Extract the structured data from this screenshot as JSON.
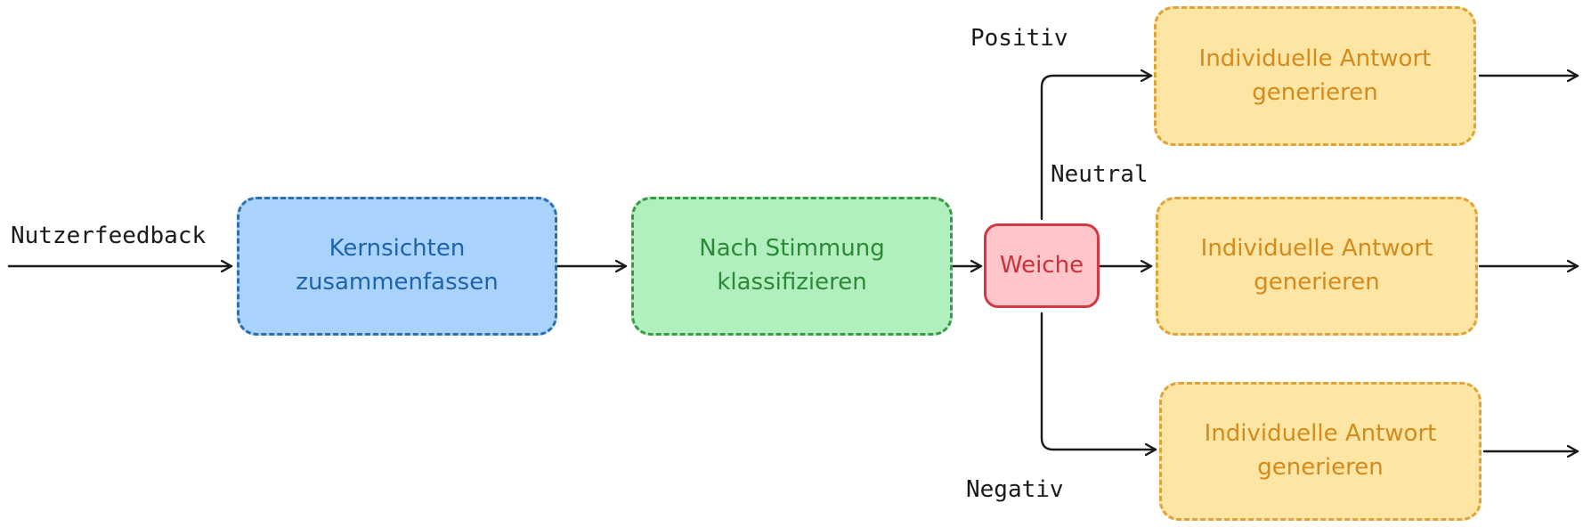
{
  "input_label": "Nutzerfeedback",
  "nodes": {
    "summarize": {
      "line1": "Kernsichten",
      "line2": "zusammenfassen"
    },
    "classify": {
      "line1": "Nach Stimmung",
      "line2": "klassifizieren"
    },
    "switch": {
      "label": "Weiche"
    },
    "responses": [
      {
        "line1": "Individuelle Antwort",
        "line2": "generieren"
      },
      {
        "line1": "Individuelle Antwort",
        "line2": "generieren"
      },
      {
        "line1": "Individuelle Antwort",
        "line2": "generieren"
      }
    ]
  },
  "branch_labels": {
    "positive": "Positiv",
    "neutral": "Neutral",
    "negative": "Negativ"
  },
  "colors": {
    "summarize_fill": "#a9d3fb",
    "summarize_stroke": "#2f6fb0",
    "classify_fill": "#b1efbe",
    "classify_stroke": "#3a9a46",
    "switch_fill": "#ffc5c9",
    "switch_stroke": "#cf3a44",
    "response_fill": "#fde6a3",
    "response_stroke": "#e0a33a",
    "arrow": "#1a1a1a"
  }
}
